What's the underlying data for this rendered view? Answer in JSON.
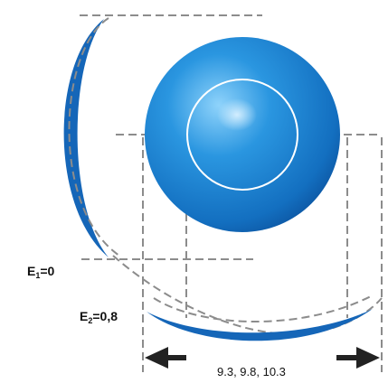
{
  "labels": {
    "e1": {
      "letter": "E",
      "sub": "1",
      "value": "=0"
    },
    "e2": {
      "letter": "E",
      "sub": "2",
      "value": "=0,8"
    },
    "diameters": "9.3, 9.8, 10.3"
  },
  "colors": {
    "sphere_light": "#6fc3f5",
    "sphere_mid": "#1f8ad6",
    "sphere_dark": "#0b4f9a",
    "cup_blue": "#1566b8",
    "dashes": "#8c8c8c",
    "circle_line": "#ffffff",
    "arrow": "#222222"
  },
  "icons": {
    "left_arrow": "arrow-left-icon",
    "right_arrow": "arrow-right-icon"
  }
}
